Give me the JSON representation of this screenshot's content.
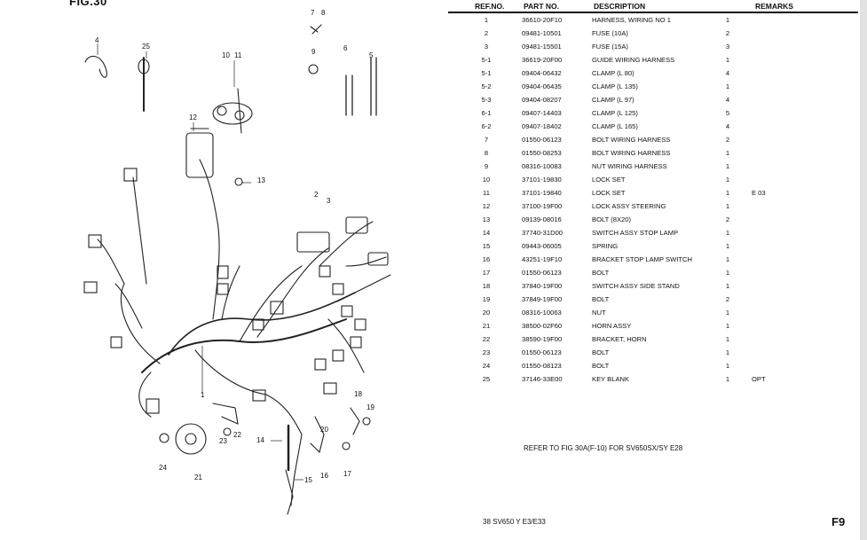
{
  "figure": {
    "label": "FIG.30"
  },
  "callouts": [
    "1",
    "2",
    "3",
    "4",
    "5",
    "6",
    "7",
    "8",
    "9",
    "10",
    "11",
    "12",
    "13",
    "14",
    "15",
    "16",
    "17",
    "18",
    "19",
    "20",
    "21",
    "22",
    "23",
    "24",
    "25"
  ],
  "table": {
    "headers": {
      "ref": "REF.NO.",
      "part": "PART NO.",
      "desc": "DESCRIPTION",
      "remarks": "REMARKS"
    },
    "rows": [
      {
        "ref": "1",
        "part": "36610-20F10",
        "desc": "HARNESS, WIRING NO 1",
        "qty": "1",
        "rem": ""
      },
      {
        "ref": "2",
        "part": "09481-10501",
        "desc": "FUSE (10A)",
        "qty": "2",
        "rem": ""
      },
      {
        "ref": "3",
        "part": "09481-15501",
        "desc": "FUSE (15A)",
        "qty": "3",
        "rem": ""
      },
      {
        "ref": "5-1",
        "part": "36619-20F00",
        "desc": "GUIDE WIRING HARNESS",
        "qty": "1",
        "rem": ""
      },
      {
        "ref": "5-1",
        "part": "09404-06432",
        "desc": "CLAMP (L 80)",
        "qty": "4",
        "rem": ""
      },
      {
        "ref": "5-2",
        "part": "09404-06435",
        "desc": "CLAMP (L 135)",
        "qty": "1",
        "rem": ""
      },
      {
        "ref": "5-3",
        "part": "09404-08207",
        "desc": "CLAMP (L 97)",
        "qty": "4",
        "rem": ""
      },
      {
        "ref": "6-1",
        "part": "09407-14403",
        "desc": "CLAMP (L 125)",
        "qty": "5",
        "rem": ""
      },
      {
        "ref": "6-2",
        "part": "09407-18402",
        "desc": "CLAMP (L 165)",
        "qty": "4",
        "rem": ""
      },
      {
        "ref": "7",
        "part": "01550-06123",
        "desc": "BOLT WIRING HARNESS",
        "qty": "2",
        "rem": ""
      },
      {
        "ref": "8",
        "part": "01550-08253",
        "desc": "BOLT WIRING HARNESS",
        "qty": "1",
        "rem": ""
      },
      {
        "ref": "9",
        "part": "08316-10083",
        "desc": "NUT WIRING HARNESS",
        "qty": "1",
        "rem": ""
      },
      {
        "ref": "10",
        "part": "37101-19830",
        "desc": "LOCK SET",
        "qty": "1",
        "rem": ""
      },
      {
        "ref": "11",
        "part": "37101-19840",
        "desc": "LOCK SET",
        "qty": "1",
        "rem": "E 03"
      },
      {
        "ref": "12",
        "part": "37100-19F00",
        "desc": "LOCK ASSY STEERING",
        "qty": "1",
        "rem": ""
      },
      {
        "ref": "13",
        "part": "09139-08016",
        "desc": "BOLT (8X20)",
        "qty": "2",
        "rem": ""
      },
      {
        "ref": "14",
        "part": "37740-31D00",
        "desc": "SWITCH ASSY STOP LAMP",
        "qty": "1",
        "rem": ""
      },
      {
        "ref": "15",
        "part": "09443-06005",
        "desc": "SPRING",
        "qty": "1",
        "rem": ""
      },
      {
        "ref": "16",
        "part": "43251-19F10",
        "desc": "BRACKET STOP LAMP SWITCH",
        "qty": "1",
        "rem": ""
      },
      {
        "ref": "17",
        "part": "01550-06123",
        "desc": "BOLT",
        "qty": "1",
        "rem": ""
      },
      {
        "ref": "18",
        "part": "37840-19F00",
        "desc": "SWITCH ASSY SIDE STAND",
        "qty": "1",
        "rem": ""
      },
      {
        "ref": "19",
        "part": "37849-19F00",
        "desc": "BOLT",
        "qty": "2",
        "rem": ""
      },
      {
        "ref": "20",
        "part": "08316-10063",
        "desc": "NUT",
        "qty": "1",
        "rem": ""
      },
      {
        "ref": "21",
        "part": "38500-02F60",
        "desc": "HORN ASSY",
        "qty": "1",
        "rem": ""
      },
      {
        "ref": "22",
        "part": "38590-19F00",
        "desc": "BRACKET, HORN",
        "qty": "1",
        "rem": ""
      },
      {
        "ref": "23",
        "part": "01550-06123",
        "desc": "BOLT",
        "qty": "1",
        "rem": ""
      },
      {
        "ref": "24",
        "part": "01550-08123",
        "desc": "BOLT",
        "qty": "1",
        "rem": ""
      },
      {
        "ref": "25",
        "part": "37146-33E00",
        "desc": "KEY BLANK",
        "qty": "1",
        "rem": "OPT"
      }
    ]
  },
  "note": "REFER TO FIG 30A(F-10) FOR SV650SX/SY E28",
  "footer": "38  SV650 Y  E3/E33",
  "page_number": "F9"
}
